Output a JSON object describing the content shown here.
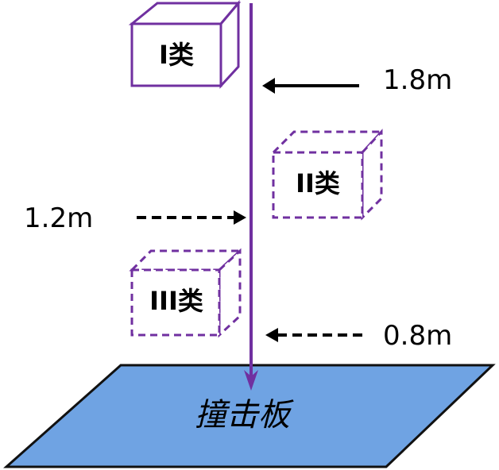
{
  "colors": {
    "purple": "#7030A0",
    "plate_fill": "#6FA3E3",
    "plate_edge": "#111111",
    "arrow": "#000000"
  },
  "boxes": [
    {
      "label": "I类",
      "style": "solid"
    },
    {
      "label": "II类",
      "style": "dashed"
    },
    {
      "label": "III类",
      "style": "dashed"
    }
  ],
  "heights": [
    {
      "label": "1.8m",
      "style": "solid",
      "side": "right"
    },
    {
      "label": "1.2m",
      "style": "dashed",
      "side": "left"
    },
    {
      "label": "0.8m",
      "style": "dashed",
      "side": "right"
    }
  ],
  "plate": {
    "label": "撞击板"
  }
}
